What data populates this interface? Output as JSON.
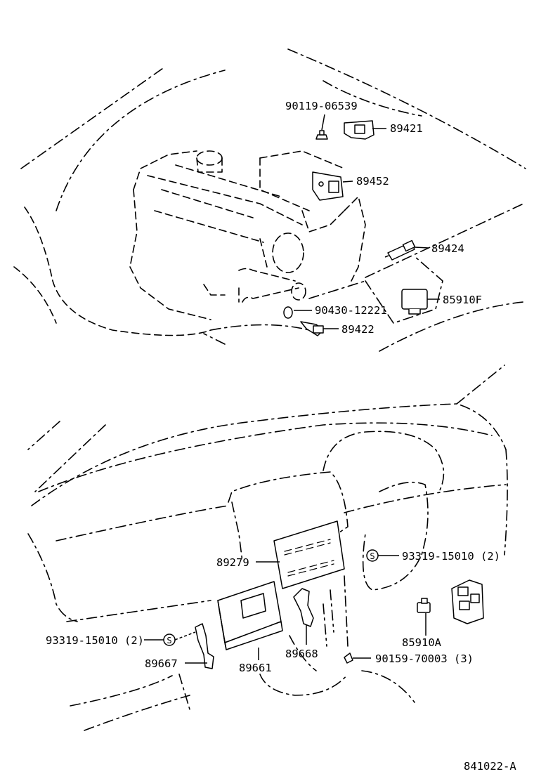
{
  "diagram_id": "841022-A",
  "parts": {
    "p90119": "90119-06539",
    "p89421": "89421",
    "p89452": "89452",
    "p89424": "89424",
    "p85910F": "85910F",
    "p90430": "90430-12221",
    "p89422": "89422",
    "p89279": "89279",
    "p93319_right": "93319-15010 (2)",
    "p93319_left": "93319-15010 (2)",
    "p85910A": "85910A",
    "p89668": "89668",
    "p90159": "90159-70003 (3)",
    "p89667": "89667",
    "p89661": "89661"
  },
  "symbols": {
    "screw_symbol": "S"
  }
}
